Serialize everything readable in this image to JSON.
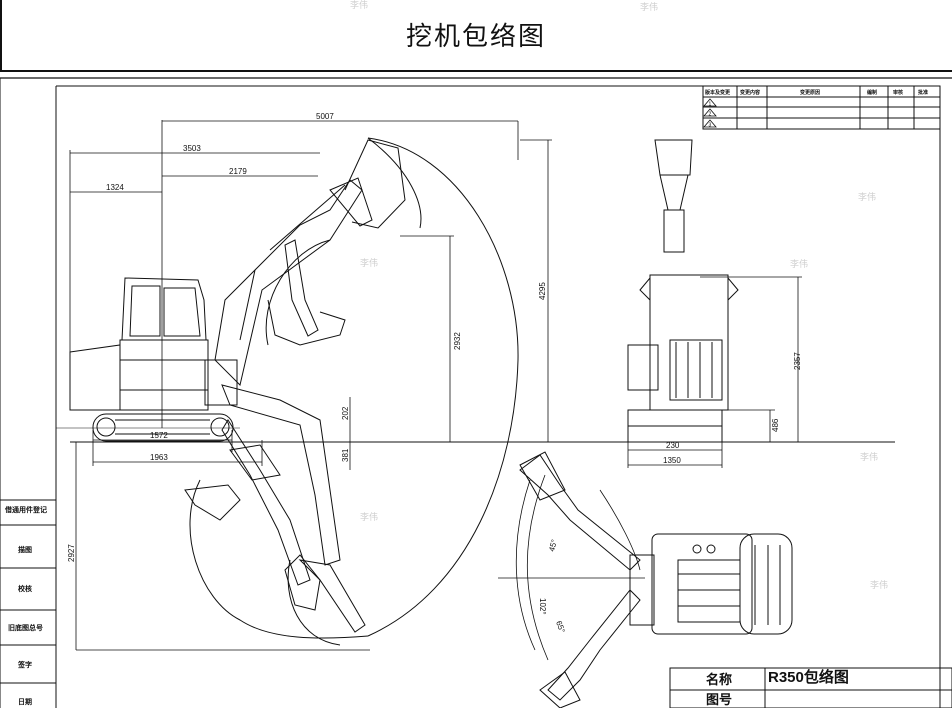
{
  "title": "挖机包络图",
  "revision_table": {
    "headers": [
      "版本及变更",
      "变更内容",
      "变更原因",
      "编制",
      "审核",
      "批准"
    ],
    "rows": [
      "1",
      "2",
      "3"
    ]
  },
  "left_column_labels": [
    "借通用件登记",
    "描图",
    "校核",
    "旧底图总号",
    "签字",
    "日期"
  ],
  "side_view_dims": {
    "d5007": "5007",
    "d3503": "3503",
    "d2179": "2179",
    "d1324": "1324",
    "d4295": "4295",
    "d2932": "2932",
    "d202": "202",
    "d381": "381",
    "d1572": "1572",
    "d1963": "1963",
    "d2927": "2927"
  },
  "front_view_dims": {
    "d2357": "2357",
    "d486": "486",
    "d230": "230",
    "d1350": "1350"
  },
  "top_view_angles": {
    "a45": "45°",
    "a102": "102°",
    "a65": "65°"
  },
  "title_block": {
    "name_label": "名称",
    "name_value": "R350包络图",
    "drawing_no_label": "图号",
    "drawing_no_value": ""
  },
  "watermark": "李伟"
}
